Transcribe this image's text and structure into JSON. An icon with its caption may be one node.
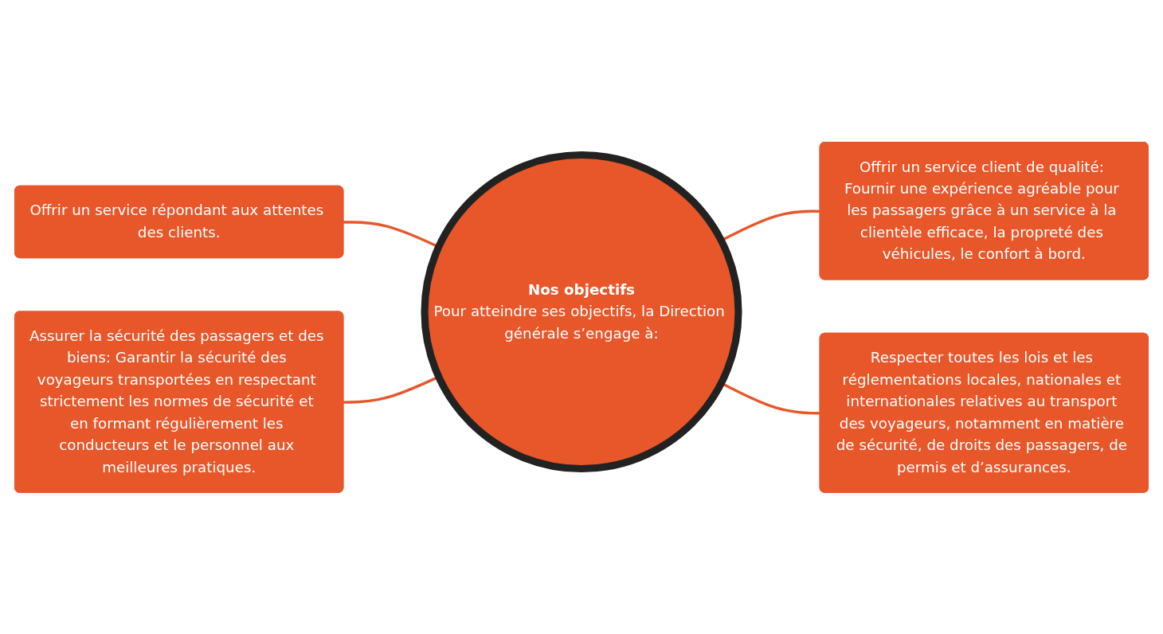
{
  "diagram": {
    "nodes": [
      {
        "text": [
          "Nos objectifs",
          "Pour atteindre ses objectifs, la Direction générale s’engage à:"
        ]
      },
      {
        "text": [
          "Offrir un service répondant aux attentes des clients."
        ]
      },
      {
        "text": [
          "Offrir un service client de qualité: Fournir une expérience agréable pour les passagers grâce à un service à la clientèle efficace, la propreté des véhicules, le confort à bord."
        ]
      },
      {
        "text": [
          "Assurer la sécurité des passagers et des biens: Garantir la sécurité des voyageurs transportées en respectant strictement les normes de sécurité et en formant régulièrement les conducteurs et le personnel aux meilleures pratiques."
        ]
      },
      {
        "text": [
          "Respecter toutes les lois et les réglementations locales, nationales et internationales relatives au transport des voyageurs, notamment en matière de sécurité, de droits des passagers, de permis et d’assurances."
        ]
      }
    ],
    "edges": [
      {
        "from": 1,
        "to": 0,
        "arrow": "none"
      },
      {
        "from": 0,
        "to": 2,
        "arrow": "none"
      },
      {
        "from": 3,
        "to": 0,
        "arrow": "none"
      },
      {
        "from": 0,
        "to": 4,
        "arrow": "none"
      }
    ]
  }
}
